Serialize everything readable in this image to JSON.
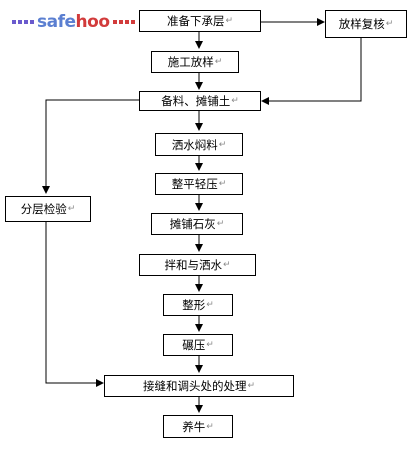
{
  "logo": {
    "part1": "safe",
    "part2": "hoo"
  },
  "steps": {
    "prepare_base": "准备下承层",
    "recheck_layout": "放样复核",
    "survey_layout": "施工放样",
    "prepare_spread_soil": "备料、摊铺土",
    "sprinkle_water": "洒水焖料",
    "level_compact": "整平轻压",
    "spread_lime": "摊铺石灰",
    "mix_water": "拌和与洒水",
    "shaping": "整形",
    "rolling": "碾压",
    "joint_treatment": "接缝和调头处的处理",
    "curing": "养牛",
    "layer_inspection": "分层检验"
  },
  "return_mark": "↵"
}
